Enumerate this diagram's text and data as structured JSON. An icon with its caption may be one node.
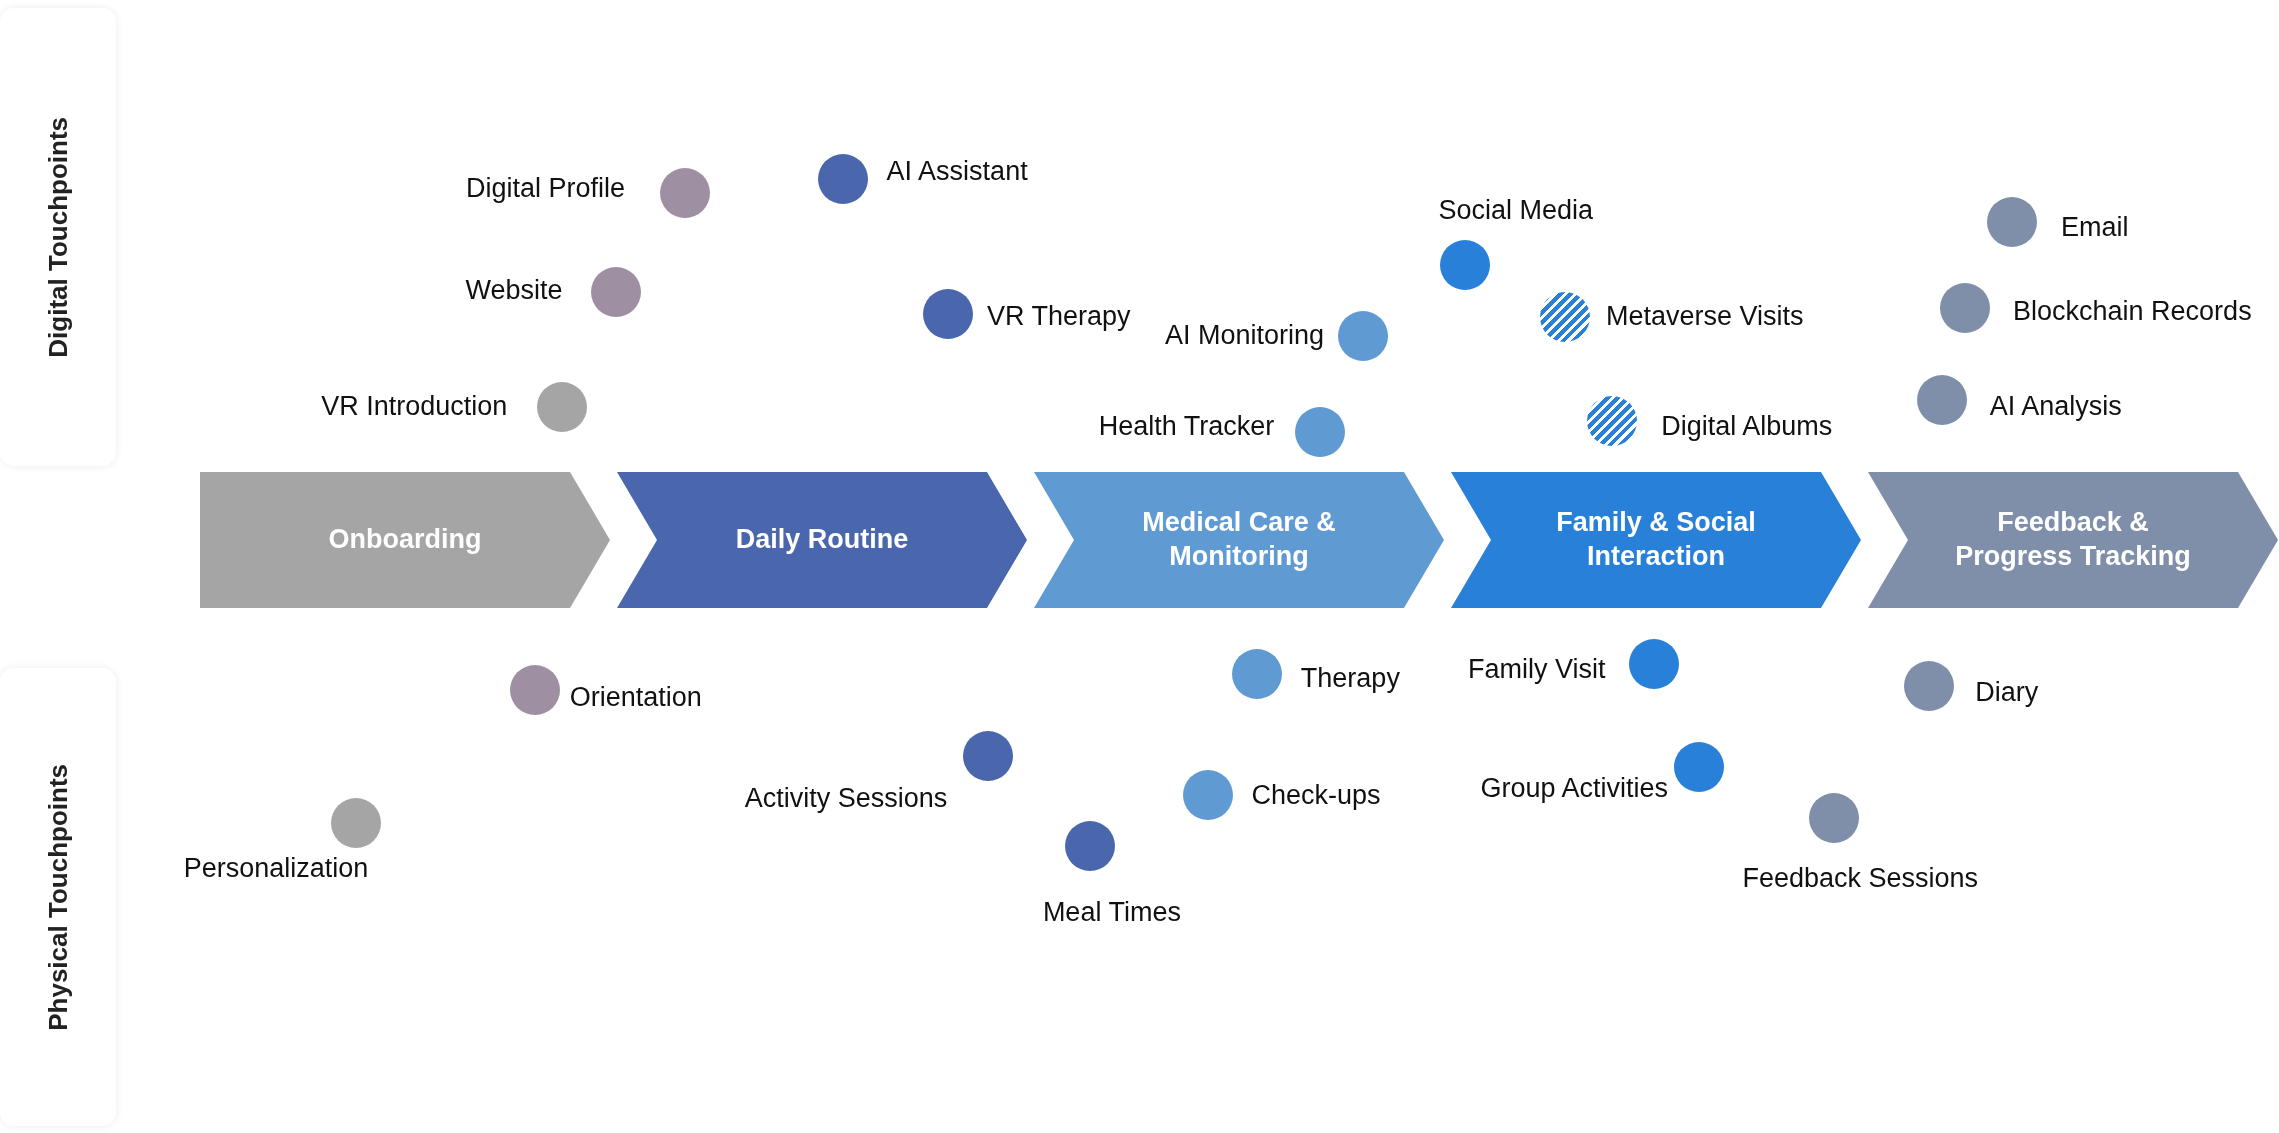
{
  "diagram": {
    "nodes": [
      {
        "text": [
          "Digital Touchpoints"
        ]
      },
      {
        "text": [
          "Physical Touchpoints"
        ]
      },
      {
        "text": [
          "Onboarding"
        ]
      },
      {
        "text": [
          "Daily Routine"
        ]
      },
      {
        "text": [
          "Medical Care & Monitoring"
        ]
      },
      {
        "text": [
          "Family & Social Interaction"
        ]
      },
      {
        "text": [
          "Feedback & Progress Tracking"
        ]
      }
    ],
    "labels": [
      "Digital Profile",
      "Website",
      "VR Introduction",
      "AI Assistant",
      "VR Therapy",
      "AI Monitoring",
      "Health Tracker",
      "Social Media",
      "Metaverse Visits",
      "Digital Albums",
      "Email",
      "Blockchain Records",
      "AI Analysis",
      "Orientation",
      "Personalization",
      "Activity Sessions",
      "Meal Times",
      "Therapy",
      "Check-ups",
      "Family Visit",
      "Group Activities",
      "Diary",
      "Feedback Sessions"
    ]
  }
}
